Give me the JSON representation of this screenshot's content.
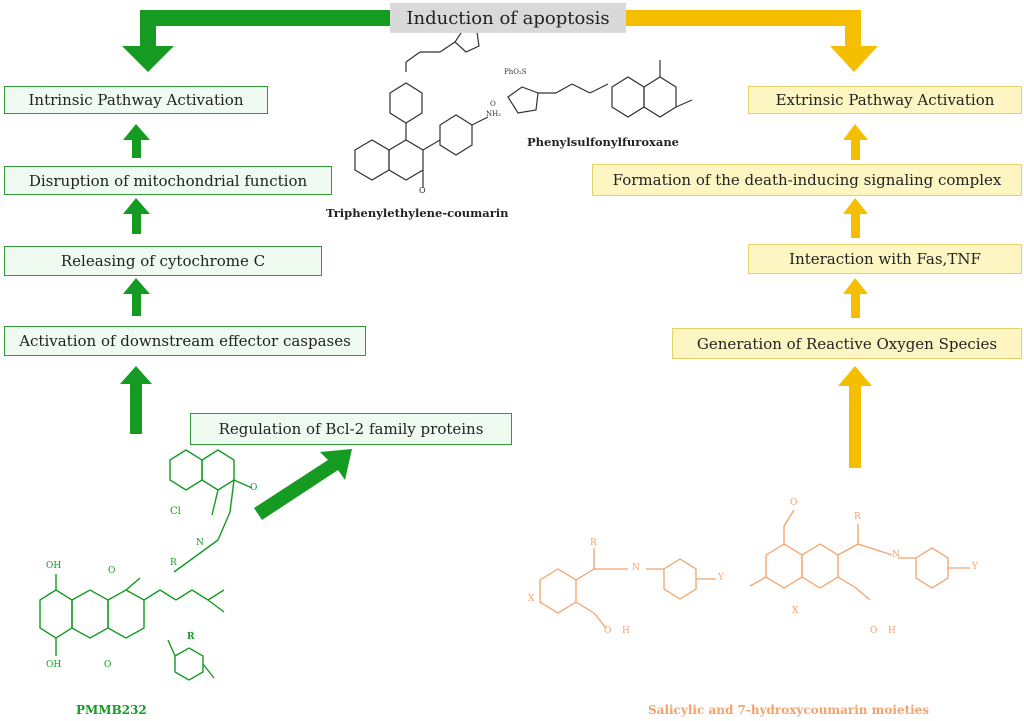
{
  "header": {
    "title": "Induction of apoptosis"
  },
  "left": {
    "intrinsic": "Intrinsic Pathway Activation",
    "mito": "Disruption of mitochondrial function",
    "cyto": "Releasing of cytochrome C",
    "caspase": "Activation of downstream effector caspases",
    "bcl2": "Regulation of Bcl-2 family proteins"
  },
  "right": {
    "extrinsic": "Extrinsic Pathway Activation",
    "disc": "Formation of the death-inducing signaling complex",
    "fas": "Interaction with Fas,TNF",
    "ros": "Generation of Reactive Oxygen Species"
  },
  "compounds": {
    "triphenyl": "Triphenylethylene-coumarin",
    "furoxane": "Phenylsulfonylfuroxane",
    "pmmb": "PMMB232",
    "salicylic": "Salicylic and 7-hydroxycoumarin moieties"
  },
  "atoms": {
    "o": "O",
    "oh": "OH",
    "cl": "Cl",
    "n": "N",
    "r": "R",
    "x": "X",
    "y": "Y",
    "nh2": "NH₂",
    "phso2": "PhO₂S",
    "h": "H"
  },
  "colors": {
    "green": "#159a22",
    "yellow": "#f5bf00",
    "orange": "#f4a26a",
    "black": "#333333"
  }
}
